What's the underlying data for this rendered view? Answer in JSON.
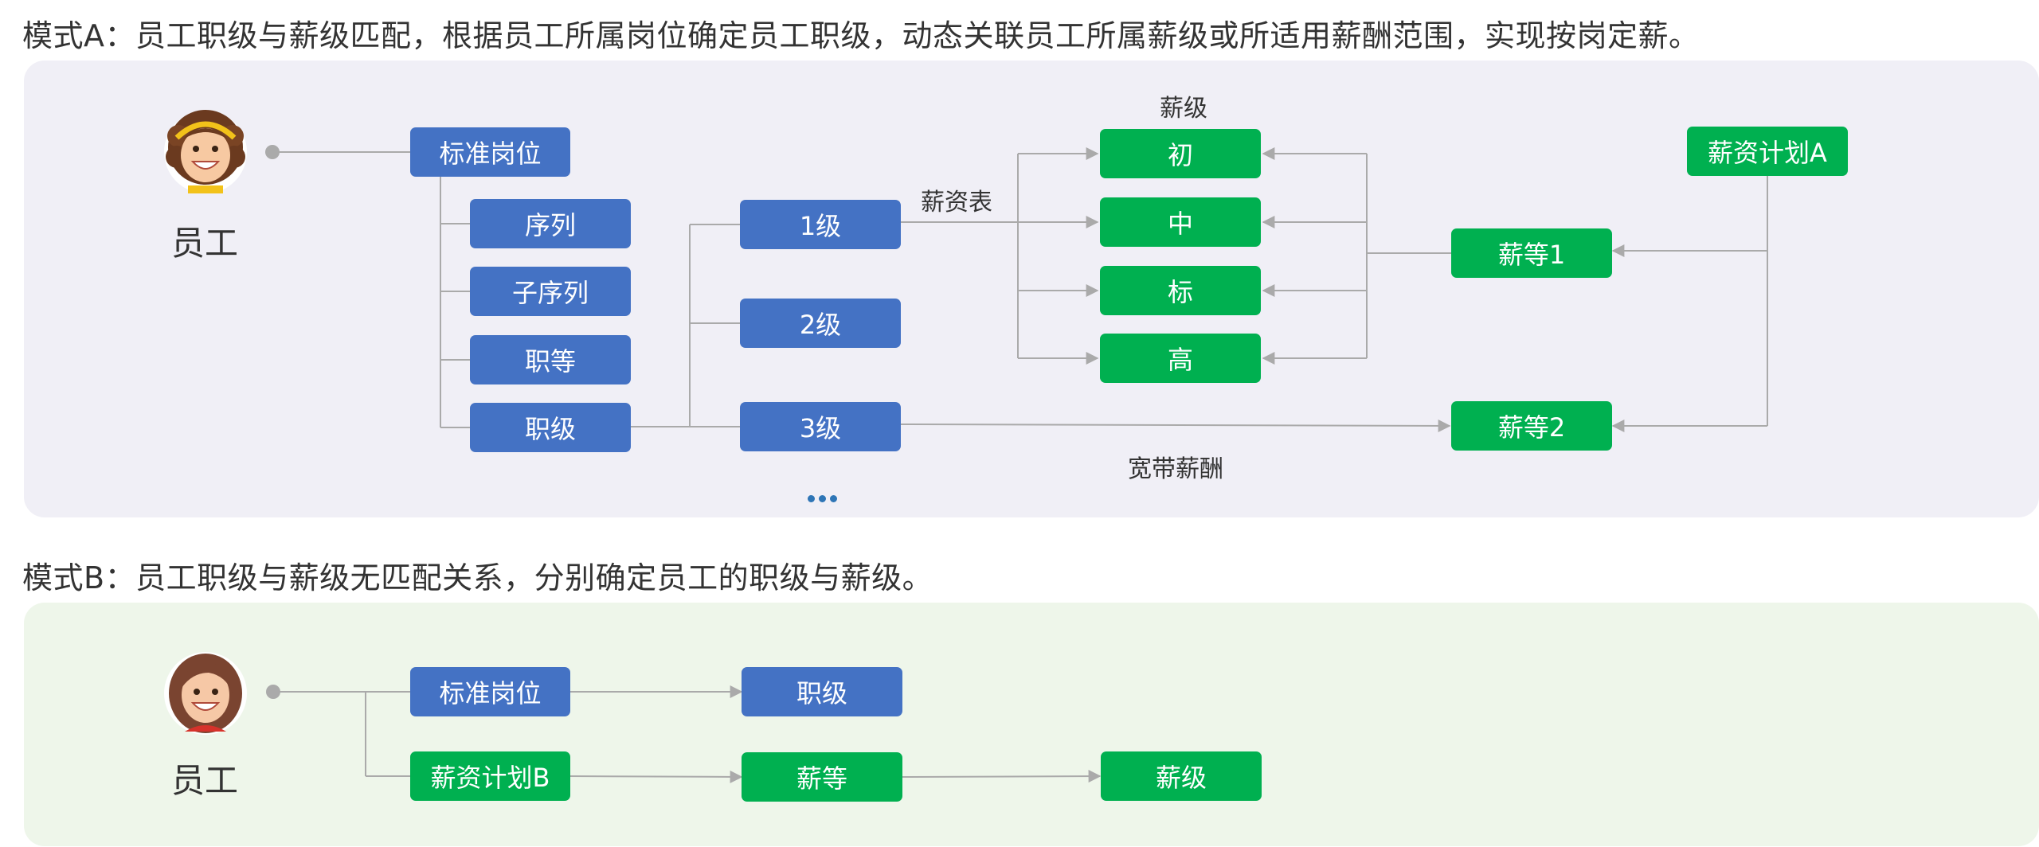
{
  "mode_a": {
    "heading": "模式A：员工职级与薪级匹配，根据员工所属岗位确定员工职级，动态关联员工所属薪级或所适用薪酬范围，实现按岗定薪。",
    "employee_label": "员工",
    "standard_position": "标准岗位",
    "position_attrs": [
      "序列",
      "子序列",
      "职等",
      "职级"
    ],
    "levels": [
      "1级",
      "2级",
      "3级"
    ],
    "salary_grade_title": "薪级",
    "salary_grades": [
      "初",
      "中",
      "标",
      "高"
    ],
    "salary_table_label": "薪资表",
    "broadband_label": "宽带薪酬",
    "salary_classes": [
      "薪等1",
      "薪等2"
    ],
    "salary_plan": "薪资计划A"
  },
  "mode_b": {
    "heading": "模式B：员工职级与薪级无匹配关系，分别确定员工的职级与薪级。",
    "employee_label": "员工",
    "standard_position": "标准岗位",
    "job_level": "职级",
    "salary_plan": "薪资计划B",
    "salary_class": "薪等",
    "salary_grade": "薪级"
  },
  "colors": {
    "blue_node": "#4472c4",
    "green_node": "#00b050",
    "panel_a_bg": "#f0eff6",
    "panel_b_bg": "#eef6ea",
    "connector": "#aaaaaa"
  }
}
